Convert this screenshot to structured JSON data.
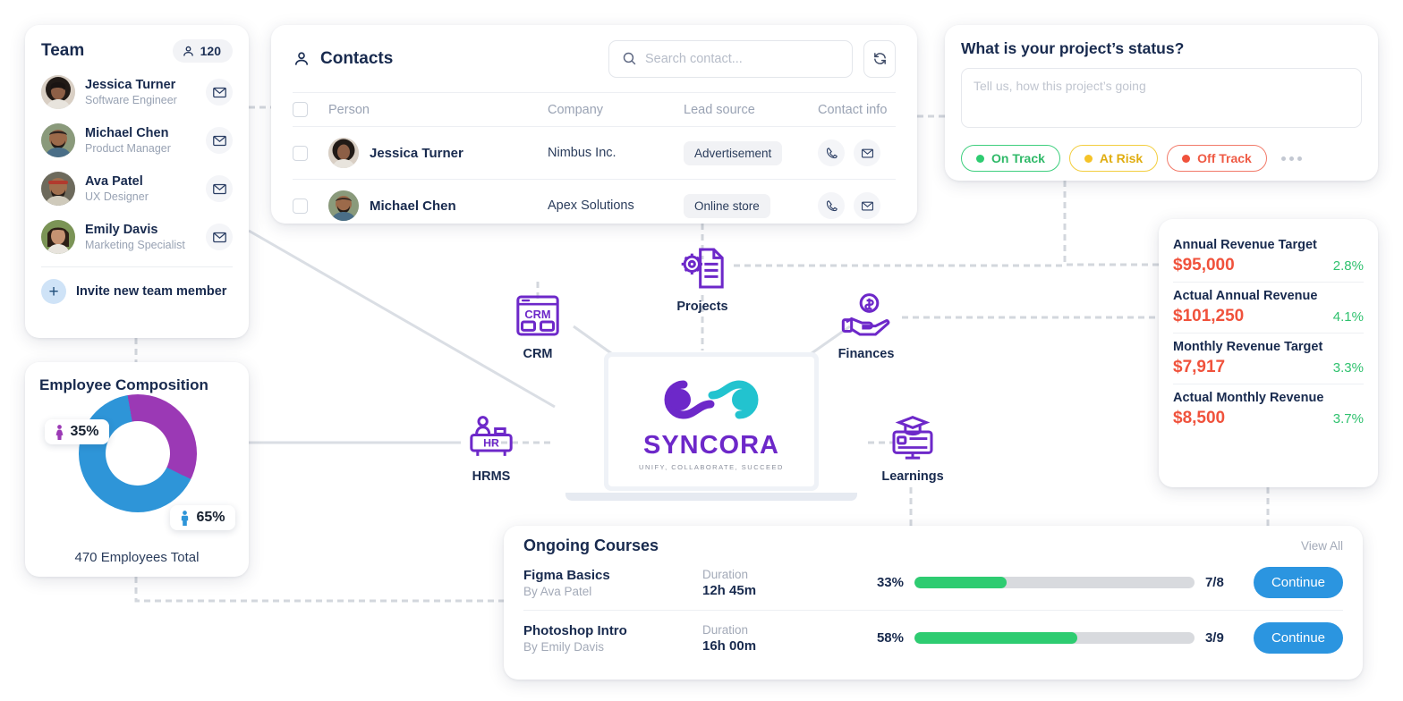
{
  "team": {
    "title": "Team",
    "count": "120",
    "count_icon": "person-icon",
    "members": [
      {
        "name": "Jessica Turner",
        "role": "Software Engineer",
        "avatar": "woman-curly-hair"
      },
      {
        "name": "Michael Chen",
        "role": "Product Manager",
        "avatar": "man-beard-cap"
      },
      {
        "name": "Ava Patel",
        "role": "UX Designer",
        "avatar": "man-headband-beard"
      },
      {
        "name": "Emily Davis",
        "role": "Marketing Specialist",
        "avatar": "woman-long-hair"
      }
    ],
    "mail_icon": "envelope-icon",
    "invite_label": "Invite new team member",
    "invite_icon": "plus-icon"
  },
  "employee_composition": {
    "title": "Employee Composition",
    "total_label": "470 Employees Total",
    "female_pct": "35%",
    "male_pct": "65%",
    "female_icon": "female-icon",
    "male_icon": "male-icon",
    "female_color": "#9b39b5",
    "male_color": "#2e95d8"
  },
  "chart_data": {
    "type": "pie",
    "title": "Employee Composition",
    "categories": [
      "Female",
      "Male"
    ],
    "values": [
      35,
      65
    ],
    "labels": [
      "35%",
      "65%"
    ],
    "colors": [
      "#9b39b5",
      "#2e95d8"
    ],
    "total": 470,
    "total_label": "470 Employees Total",
    "legend": "inline-pills",
    "donut": true
  },
  "contacts": {
    "title": "Contacts",
    "title_icon": "person-icon",
    "search_placeholder": "Search contact...",
    "search_value": "",
    "search_icon": "search-icon",
    "refresh_icon": "refresh-icon",
    "columns": [
      "Person",
      "Company",
      "Lead source",
      "Contact info"
    ],
    "rows": [
      {
        "person": "Jessica Turner",
        "company": "Nimbus Inc.",
        "lead_source": "Advertisement",
        "avatar": "woman-curly-hair"
      },
      {
        "person": "Michael Chen",
        "company": "Apex Solutions",
        "lead_source": "Online store",
        "avatar": "man-beard-cap"
      }
    ],
    "phone_icon": "phone-icon",
    "mail_icon": "envelope-icon"
  },
  "project_status": {
    "title": "What is your project’s status?",
    "textarea_placeholder": "Tell us, how this project’s going",
    "textarea_value": "",
    "chips": [
      {
        "label": "On Track",
        "color": "#2ecc71"
      },
      {
        "label": "At Risk",
        "color": "#f5c328"
      },
      {
        "label": "Off Track",
        "color": "#f0523c"
      }
    ],
    "more_icon": "ellipsis-icon"
  },
  "revenue": {
    "items": [
      {
        "label": "Annual Revenue Target",
        "value": "$95,000",
        "pct": "2.8%"
      },
      {
        "label": "Actual Annual Revenue",
        "value": "$101,250",
        "pct": "4.1%"
      },
      {
        "label": "Monthly Revenue Target",
        "value": "$7,917",
        "pct": "3.3%"
      },
      {
        "label": "Actual Monthly Revenue",
        "value": "$8,500",
        "pct": "3.7%"
      }
    ],
    "value_color": "#f0523c",
    "pct_color": "#2fc16e"
  },
  "courses": {
    "title": "Ongoing Courses",
    "view_all": "View All",
    "duration_label": "Duration",
    "rows": [
      {
        "name": "Figma Basics",
        "by": "By Ava Patel",
        "duration": "12h 45m",
        "pct": "33%",
        "pct_value": 33,
        "fraction": "7/8",
        "button": "Continue"
      },
      {
        "name": "Photoshop Intro",
        "by": "By Emily Davis",
        "duration": "16h 00m",
        "pct": "58%",
        "pct_value": 58,
        "fraction": "3/9",
        "button": "Continue"
      }
    ],
    "bar_color": "#2ecc71",
    "button_color": "#2b95e0"
  },
  "hub": {
    "brand_name": "SYNCORA",
    "brand_tagline": "UNIFY, COLLABORATE, SUCCEED",
    "logo_icon": "syncora-infinity-logo",
    "laptop_icon": "laptop-icon",
    "nodes": [
      {
        "label": "CRM",
        "icon": "crm-window-icon"
      },
      {
        "label": "Projects",
        "icon": "projects-gear-document-icon"
      },
      {
        "label": "Finances",
        "icon": "finances-hand-coin-icon"
      },
      {
        "label": "HRMS",
        "icon": "hrms-desk-person-icon"
      },
      {
        "label": "Learnings",
        "icon": "learnings-monitor-graduation-icon"
      }
    ],
    "accent_purple": "#6d28c9",
    "accent_teal": "#22c3cf"
  }
}
